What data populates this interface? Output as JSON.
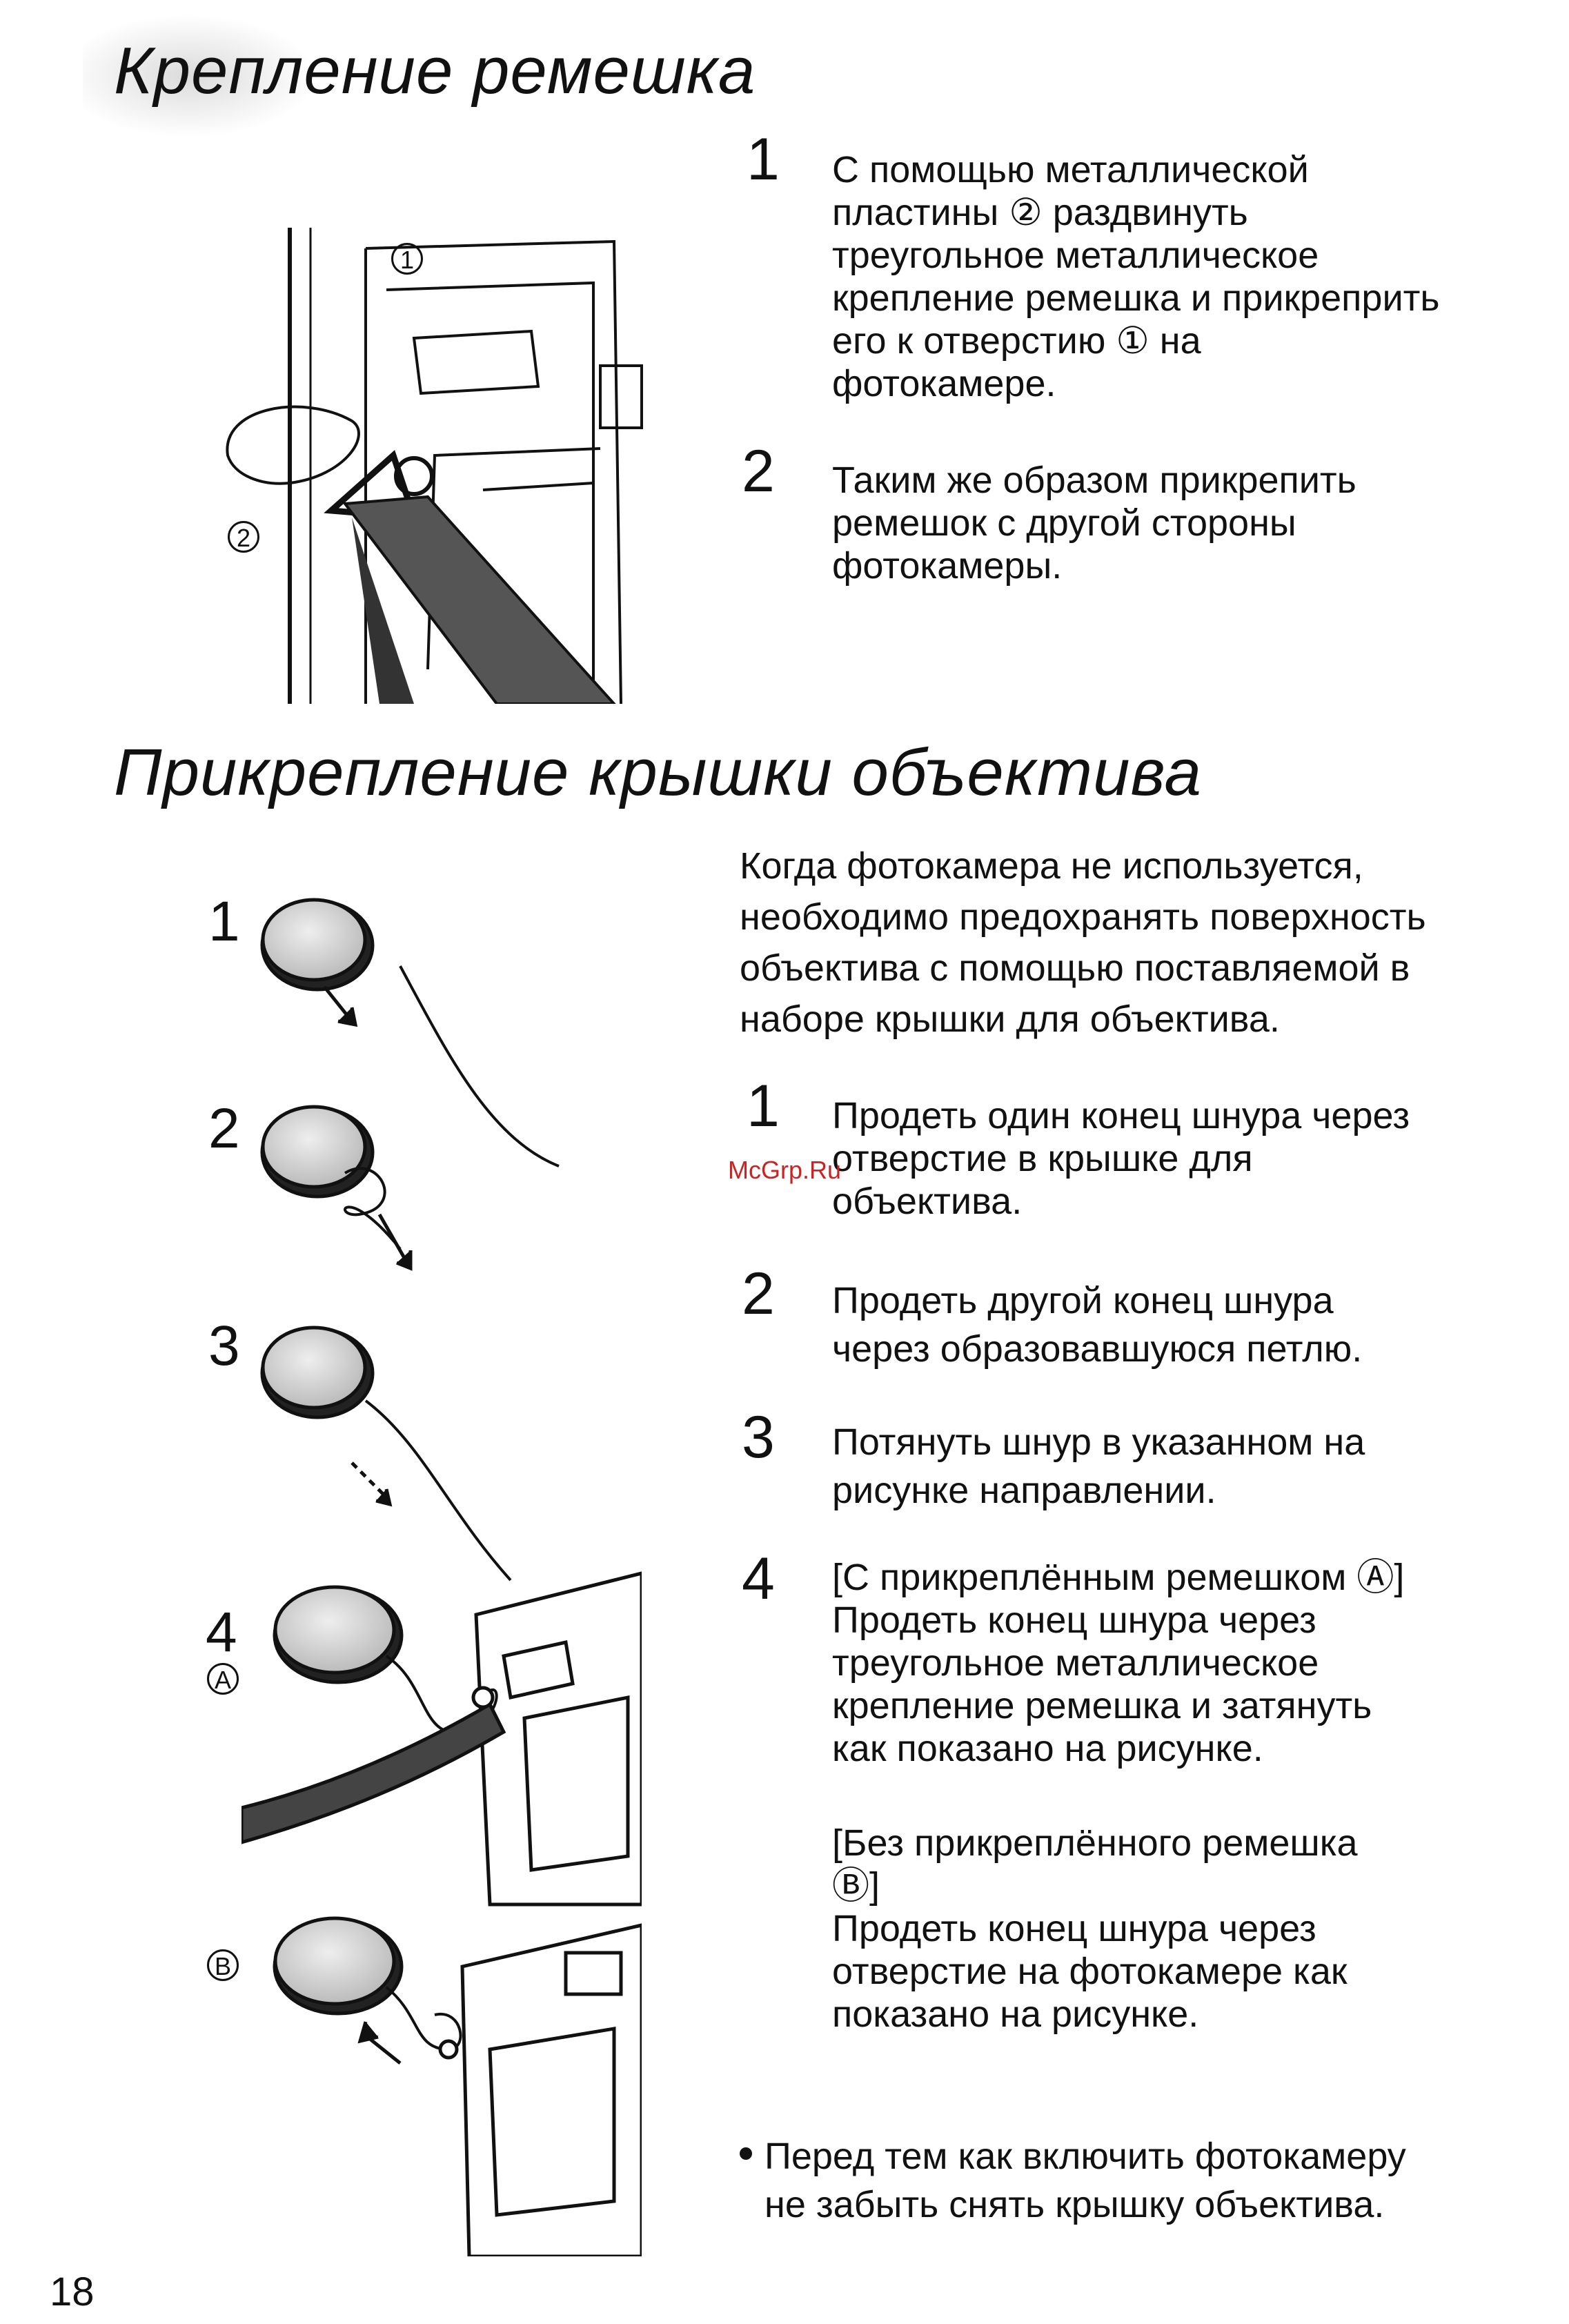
{
  "strap": {
    "heading": "Крепление ремешка",
    "steps": [
      {
        "num": "1",
        "text": "С помощью металлической\nпластины ② раздвинуть\nтреугольное металлическое\nкрепление ремешка и прикреприть\nего к отверстию ① на\nфотокамере."
      },
      {
        "num": "2",
        "text": "Таким же образом прикрепить\nремешок с другой стороны\nфотокамеры."
      }
    ],
    "figure_labels": {
      "one": "1",
      "two": "2"
    }
  },
  "lens_cap": {
    "heading": "Прикрепление крышки объектива",
    "intro": "Когда фотокамера не используется,\nнеобходимо предохранять поверхность\nобъектива с помощью поставляемой в\nнаборе крышки для объектива.",
    "steps": [
      {
        "num": "1",
        "text": "Продеть один конец шнура через\nотверстие в крышке для\nобъектива."
      },
      {
        "num": "2",
        "text": "Продеть другой конец шнура\nчерез образовавшуюся петлю."
      },
      {
        "num": "3",
        "text": "Потянуть шнур в указанном на\nрисунке направлении."
      },
      {
        "num": "4",
        "text": "[С прикреплённым ремешком Ⓐ]\nПродеть конец шнура через\nтреугольное металлическое\nкрепление ремешка и затянуть\nкак показано на рисунке."
      }
    ],
    "step4b": "[Без прикреплённого ремешка\nⒷ]\nПродеть конец шнура через\nотверстие на фотокамере как\nпоказано на рисунке.",
    "note": "Перед тем как включить фотокамеру\nне забыть снять крышку объектива.",
    "figure_numbers": [
      "1",
      "2",
      "3",
      "4"
    ],
    "figure_letters": {
      "a": "A",
      "b": "B"
    }
  },
  "watermark": "McGrp.Ru",
  "page_number": "18"
}
